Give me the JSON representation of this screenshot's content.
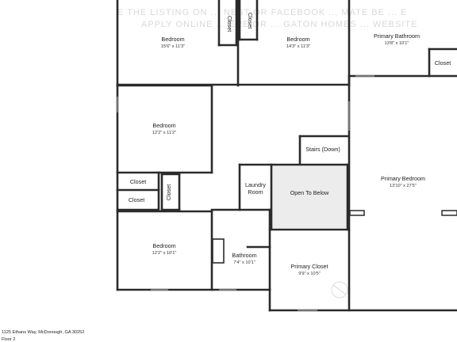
{
  "watermark": {
    "line1": "E THE LISTING ON ... NEST OR FACEBOOK ... MATE BE ... E",
    "line2": "APPLY ONLINE ... ERE OR ... GATON HOMES ... WEBSITE"
  },
  "rooms": {
    "bedroom_top_left": {
      "name": "Bedroom",
      "dims": "15'6\" x 11'3\""
    },
    "bedroom_top_mid": {
      "name": "Bedroom",
      "dims": "14'3\" x 11'3\""
    },
    "primary_bath": {
      "name": "Primary Bathroom",
      "dims": "13'8\" x 10'1\""
    },
    "bedroom_mid_left": {
      "name": "Bedroom",
      "dims": "12'2\" x 11'2\""
    },
    "bedroom_bottom_left": {
      "name": "Bedroom",
      "dims": "12'2\" x 10'1\""
    },
    "bathroom": {
      "name": "Bathroom",
      "dims": "7'4\" x 10'1\""
    },
    "primary_closet": {
      "name": "Primary Closet",
      "dims": "9'9\" x 10'5\""
    },
    "primary_bedroom": {
      "name": "Primary Bedroom",
      "dims": "13'10\" x 27'5\""
    },
    "stairs": {
      "name": "Stairs (Down)"
    },
    "laundry": {
      "name_line1": "Laundry",
      "name_line2": "Room"
    },
    "open_below": {
      "name": "Open To Below"
    },
    "closet_top_1": {
      "name": "Closet"
    },
    "closet_top_2": {
      "name": "Closet"
    },
    "closet_bath": {
      "name": "Closet"
    },
    "closet_left_1": {
      "name": "Closet"
    },
    "closet_left_2": {
      "name": "Closet"
    },
    "closet_vertical": {
      "name": "Closet"
    }
  },
  "footer": {
    "address": "1125 Ethans Way, McDonough, GA 30252",
    "floor": "Floor 2"
  }
}
